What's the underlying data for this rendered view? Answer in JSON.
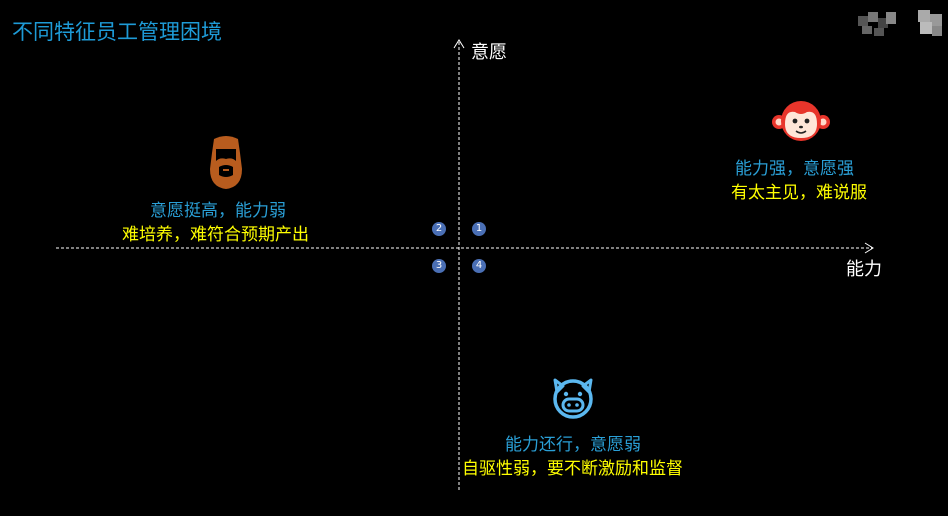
{
  "slide": {
    "title": "不同特征员工管理困境"
  },
  "axes": {
    "y_label": "意愿",
    "x_label": "能力"
  },
  "quadrant_markers": [
    "1",
    "2",
    "3",
    "4"
  ],
  "quadrants": [
    {
      "id": "top-right",
      "icon": "monkey-face-icon",
      "title": "能力强，意愿强",
      "description": "有太主见，难说服"
    },
    {
      "id": "top-left",
      "icon": "beard-face-icon",
      "title": "意愿挺高，能力弱",
      "description": "难培养，难符合预期产出"
    },
    {
      "id": "bottom",
      "icon": "pig-face-icon",
      "title": "能力还行，意愿弱",
      "description": "自驱性弱，要不断激励和监督"
    }
  ],
  "colors": {
    "background": "#000000",
    "title": "#1e9bd7",
    "quadrant_title": "#2a9fd6",
    "quadrant_description": "#ffff00",
    "axis": "#ffffff",
    "badge": "#4a6fb5",
    "monkey": "#e8352b",
    "beard": "#b85c1e",
    "pig": "#5bb8f0"
  }
}
